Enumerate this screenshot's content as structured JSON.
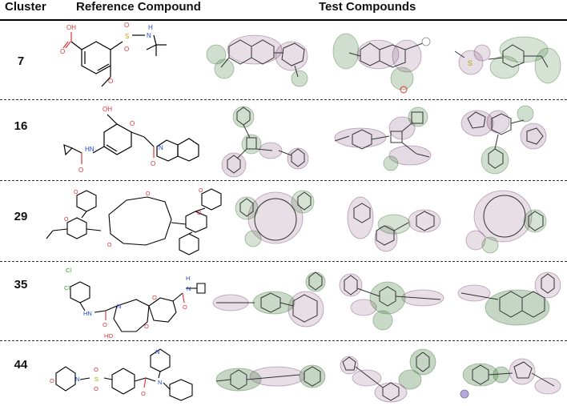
{
  "headers": {
    "cluster": "Cluster",
    "reference": "Reference Compound",
    "test": "Test Compounds"
  },
  "rows": [
    {
      "cluster": "7",
      "reference_atoms": [
        "OH",
        "O",
        "O",
        "S",
        "O",
        "N",
        "H",
        "O"
      ]
    },
    {
      "cluster": "16",
      "reference_atoms": [
        "OH",
        "O",
        "HN",
        "O",
        "N",
        "O"
      ]
    },
    {
      "cluster": "29",
      "reference_atoms": [
        "O",
        "O",
        "O",
        "O",
        "O",
        "O"
      ]
    },
    {
      "cluster": "35",
      "reference_atoms": [
        "Cl",
        "Cl",
        "HN",
        "O",
        "N",
        "O",
        "O",
        "HO",
        "O",
        "H",
        "N"
      ]
    },
    {
      "cluster": "44",
      "reference_atoms": [
        "O",
        "N",
        "O",
        "S",
        "O",
        "N",
        "O",
        "N"
      ]
    }
  ],
  "legend_colors": {
    "positive": "#6aa866",
    "negative": "#b06a9a"
  }
}
